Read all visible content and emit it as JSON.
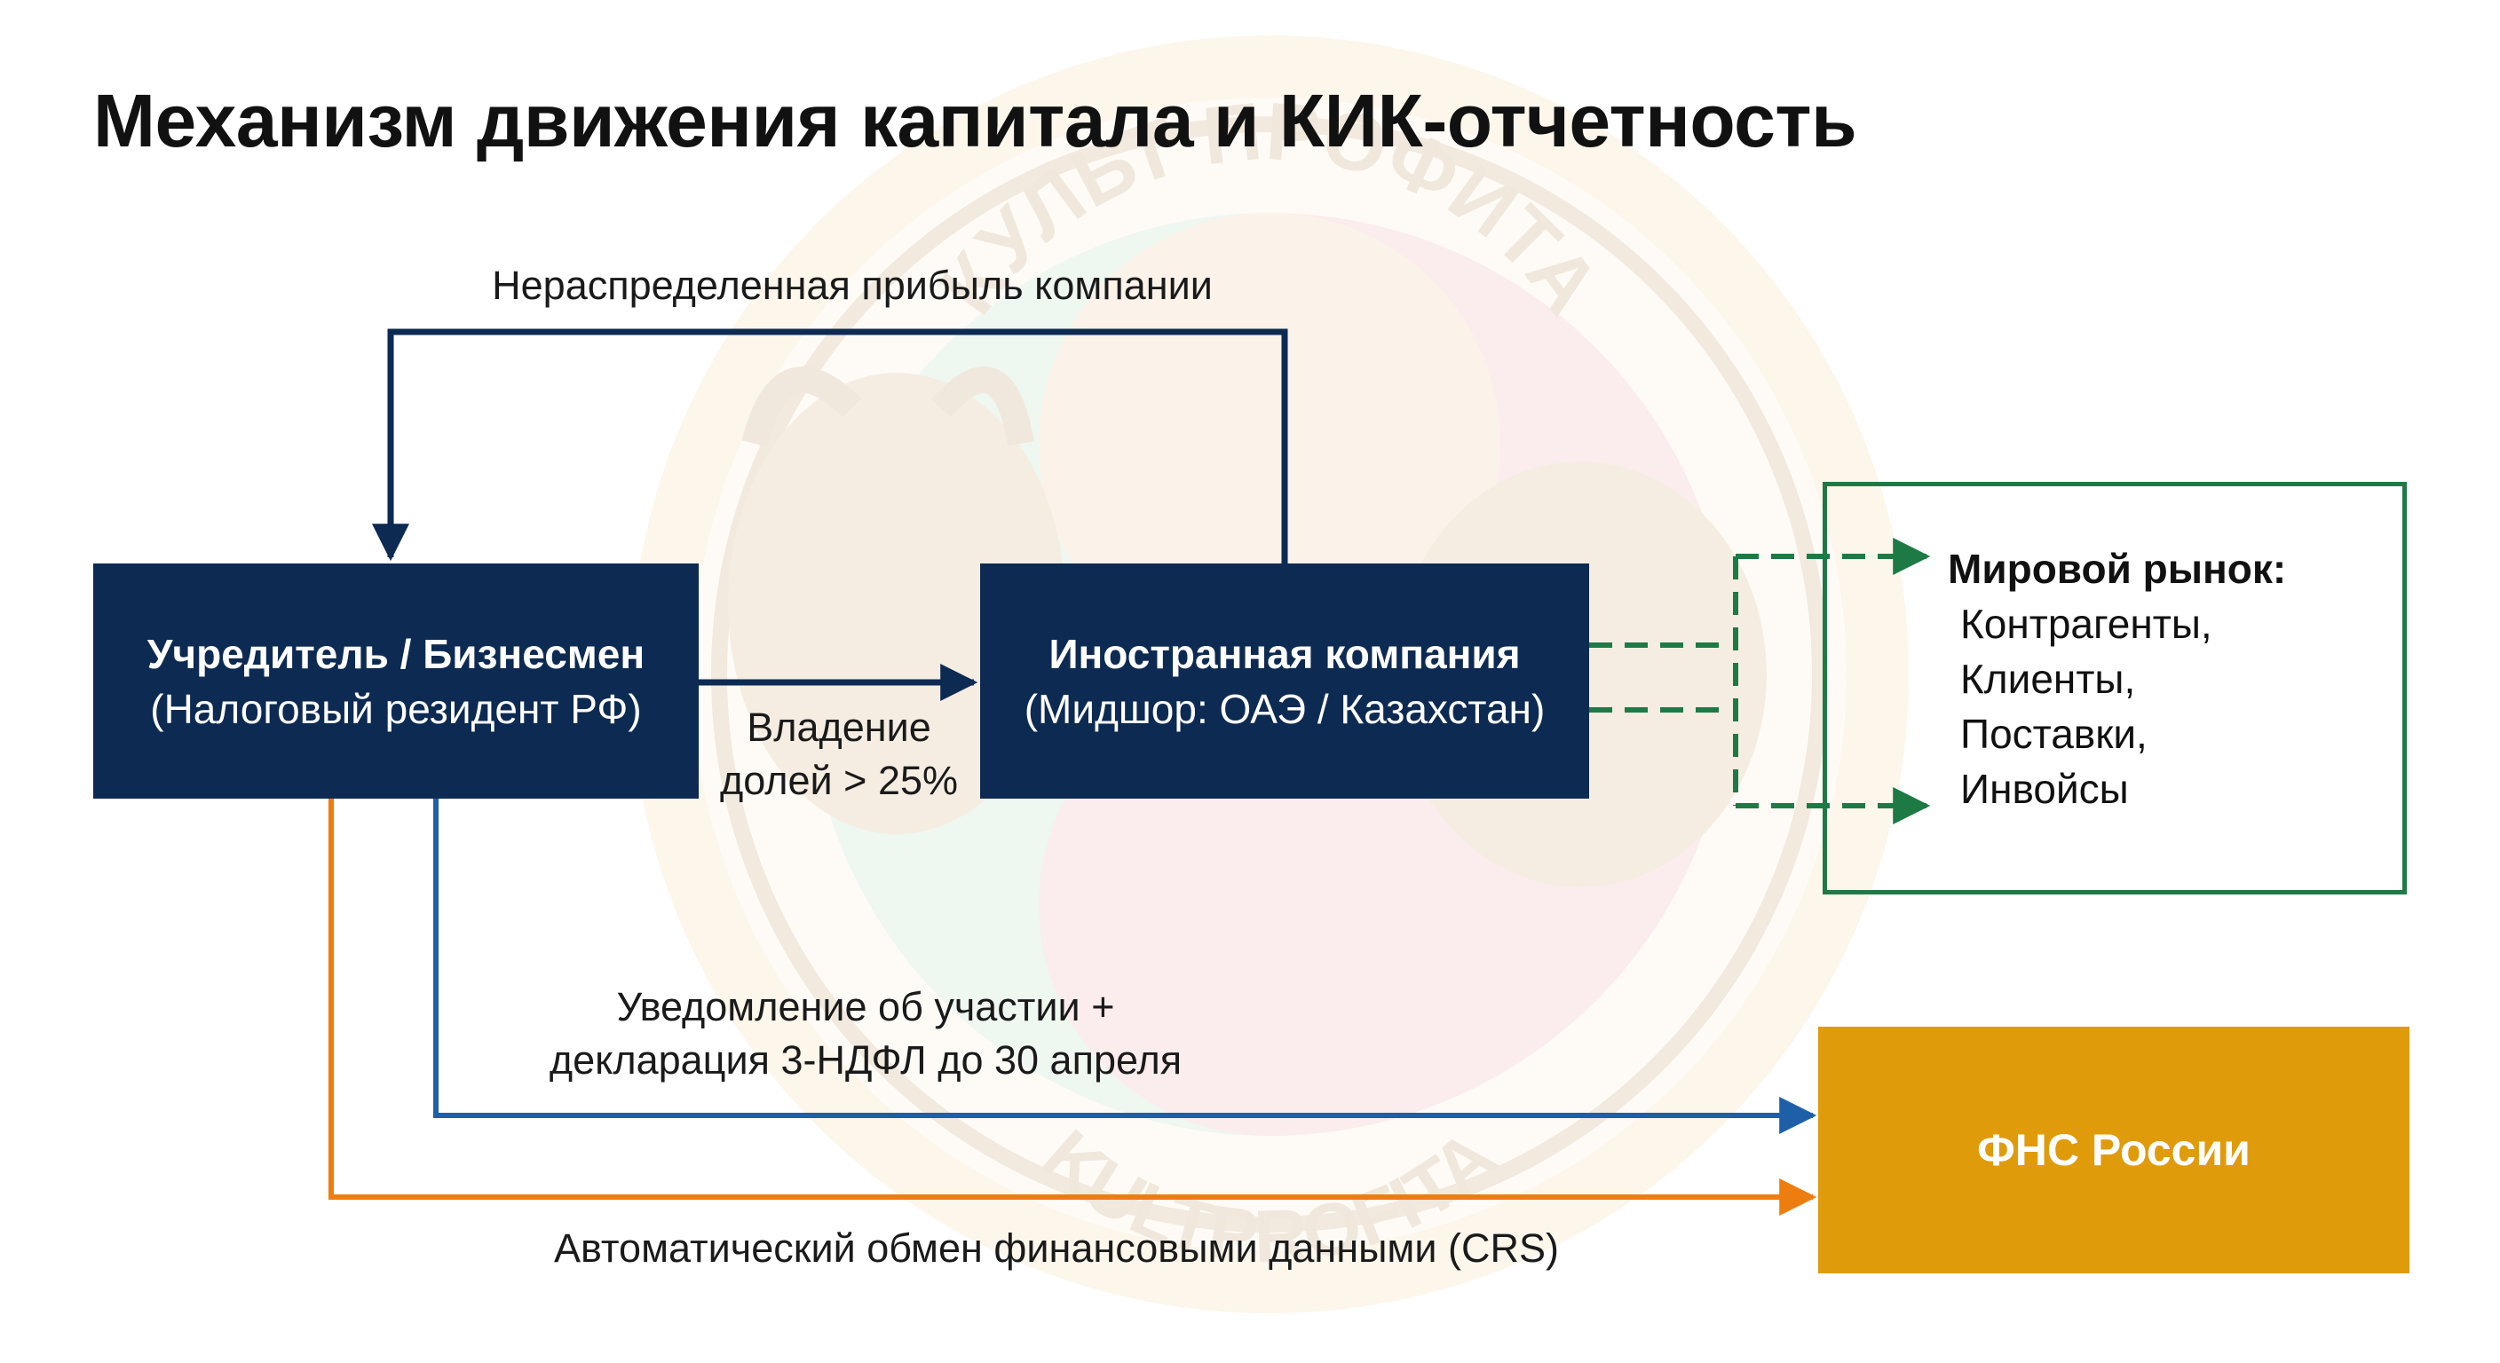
{
  "title": "Механизм движения капитала и КИК-отчетность",
  "nodes": {
    "founder": {
      "title": "Учредитель / Бизнесмен",
      "subtitle": "(Налоговый резидент РФ)"
    },
    "foreign_company": {
      "title": "Иностранная компания",
      "subtitle": "(Мидшор: ОАЭ / Казахстан)"
    },
    "world_market": {
      "title": "Мировой рынок:",
      "items": [
        "Контрагенты,",
        "Клиенты,",
        "Поставки,",
        "Инвойсы"
      ]
    },
    "fns": {
      "title": "ФНС России"
    }
  },
  "edges": {
    "retained_profit": "Нераспределенная прибыль компании",
    "ownership": [
      "Владение",
      "долей > 25%"
    ],
    "notification": [
      "Уведомление об участии +",
      "декларация 3-НДФЛ до 30 апреля"
    ],
    "crs": "Автоматический обмен финансовыми данными (CRS)"
  },
  "watermark_text": [
    "КУЛЬТ ПРОФИТА",
    "KULTPROFITA"
  ],
  "colors": {
    "navy": "#0d2a52",
    "green": "#1e7a45",
    "blue": "#1f5fa8",
    "orange": "#ee7d10",
    "fns_fill": "#e09b0b"
  }
}
